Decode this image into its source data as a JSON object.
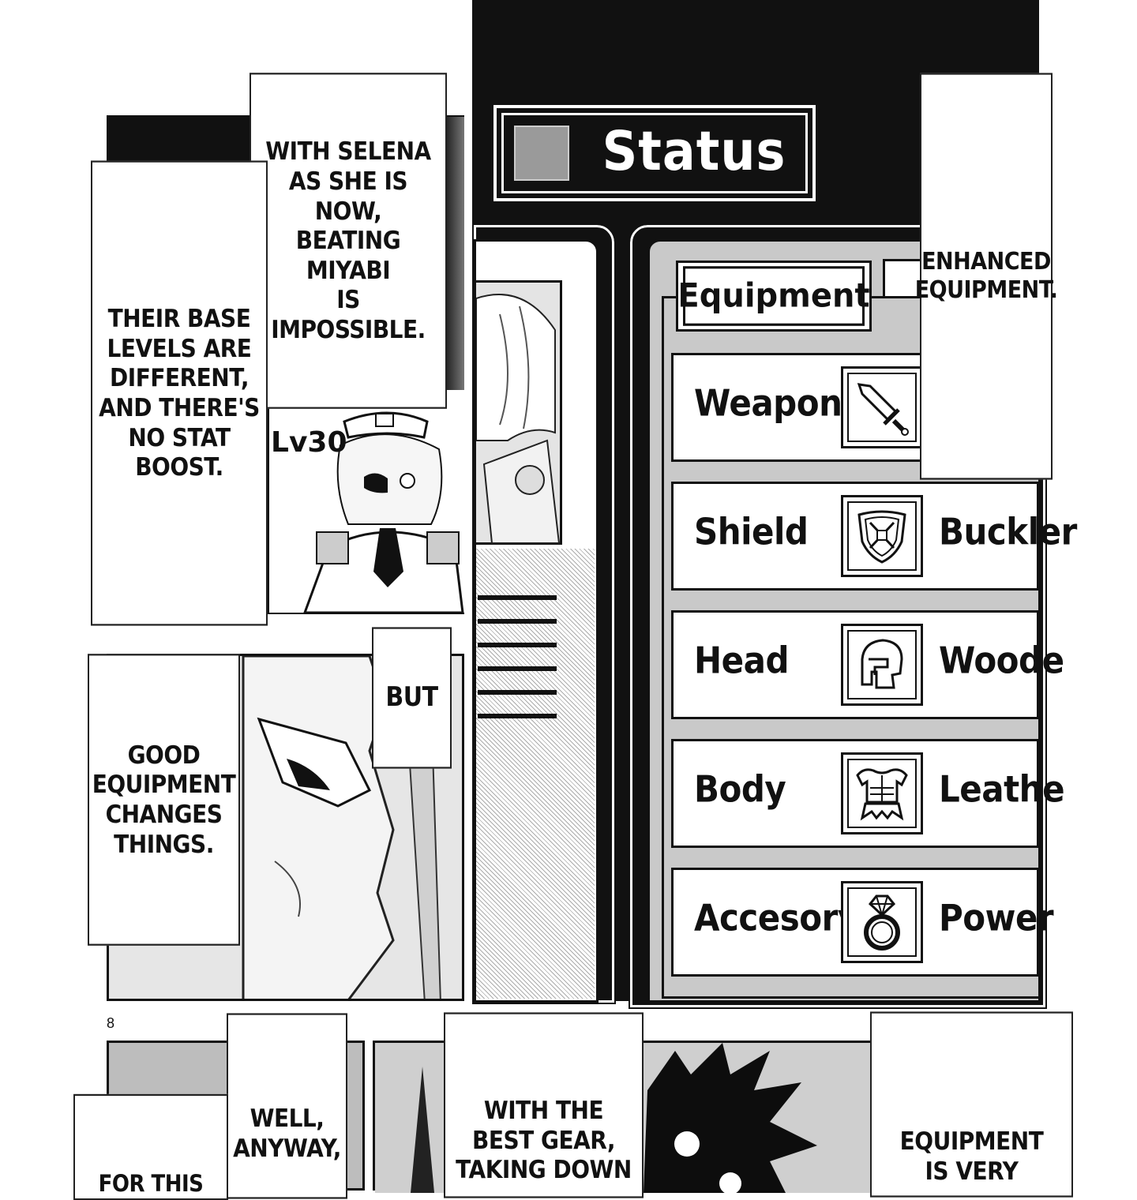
{
  "status_window": {
    "title": "Status",
    "tab_label": "Equipment",
    "slots": [
      {
        "label": "Weapon",
        "icon": "sword-icon",
        "value": ""
      },
      {
        "label": "Shield",
        "icon": "shield-icon",
        "value": "Buckler"
      },
      {
        "label": "Head",
        "icon": "helmet-icon",
        "value": "Woode"
      },
      {
        "label": "Body",
        "icon": "armor-icon",
        "value": "Leathe"
      },
      {
        "label": "Accesory",
        "icon": "ring-icon",
        "value": "Power"
      }
    ]
  },
  "panel1": {
    "bubble_top": "WITH SELENA\nAS SHE IS NOW,\nBEATING MIYABI\nIS IMPOSSIBLE.",
    "bubble_left": "THEIR BASE\nLEVELS ARE\nDIFFERENT,\nAND THERE'S\nNO STAT\nBOOST.",
    "level": "Lv30"
  },
  "panel2": {
    "bubble_but": "BUT",
    "bubble_left": "GOOD\nEQUIPMENT\nCHANGES\nTHINGS."
  },
  "enhanced_bubble": "ENHANCED\nEQUIPMENT.",
  "page_number": "8",
  "bottom": {
    "bubble_1": "WELL,\nANYWAY,",
    "bubble_1b": "FOR THIS",
    "bubble_2": "WITH THE\nBEST GEAR,\nTAKING DOWN",
    "bubble_3": "EQUIPMENT\nIS VERY"
  },
  "colors": {
    "ink": "#111111",
    "screen_gray": "#c9c9c9",
    "tone_gray": "#bdbdbd"
  }
}
